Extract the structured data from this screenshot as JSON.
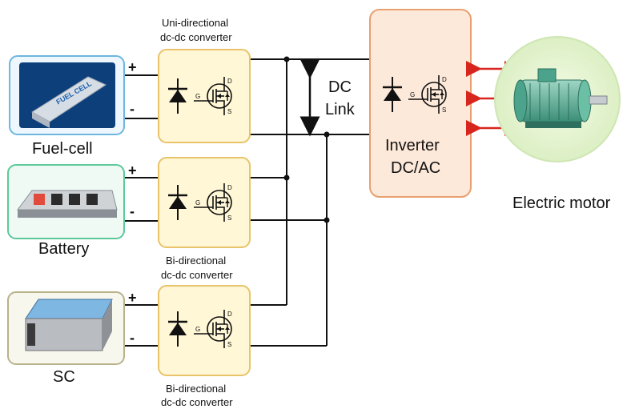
{
  "sources": {
    "fuel_cell": {
      "label": "Fuel-cell",
      "picture_text": "FUEL CELL"
    },
    "battery": {
      "label": "Battery"
    },
    "sc": {
      "label": "SC"
    }
  },
  "converters": {
    "top_caption_line1": "Uni-directional",
    "top_caption_line2": "dc-dc converter",
    "mid_caption_line1": "Bi-directional",
    "mid_caption_line2": "dc-dc converter",
    "bot_caption_line1": "Bi-directional",
    "bot_caption_line2": "dc-dc converter"
  },
  "terminals": {
    "plus": "+",
    "minus": "-"
  },
  "switch_pins": {
    "gate": "G",
    "drain": "D",
    "source": "S"
  },
  "dc_link": {
    "line1": "DC",
    "line2": "Link"
  },
  "inverter": {
    "line1": "Inverter",
    "line2": "DC/AC"
  },
  "motor": {
    "label": "Electric motor"
  },
  "colors": {
    "converter_fill": "#fff7d6",
    "converter_stroke": "#e8c36a",
    "inverter_fill": "#fde9d9",
    "inverter_stroke": "#e8a070",
    "arrow_red": "#d7261e"
  }
}
